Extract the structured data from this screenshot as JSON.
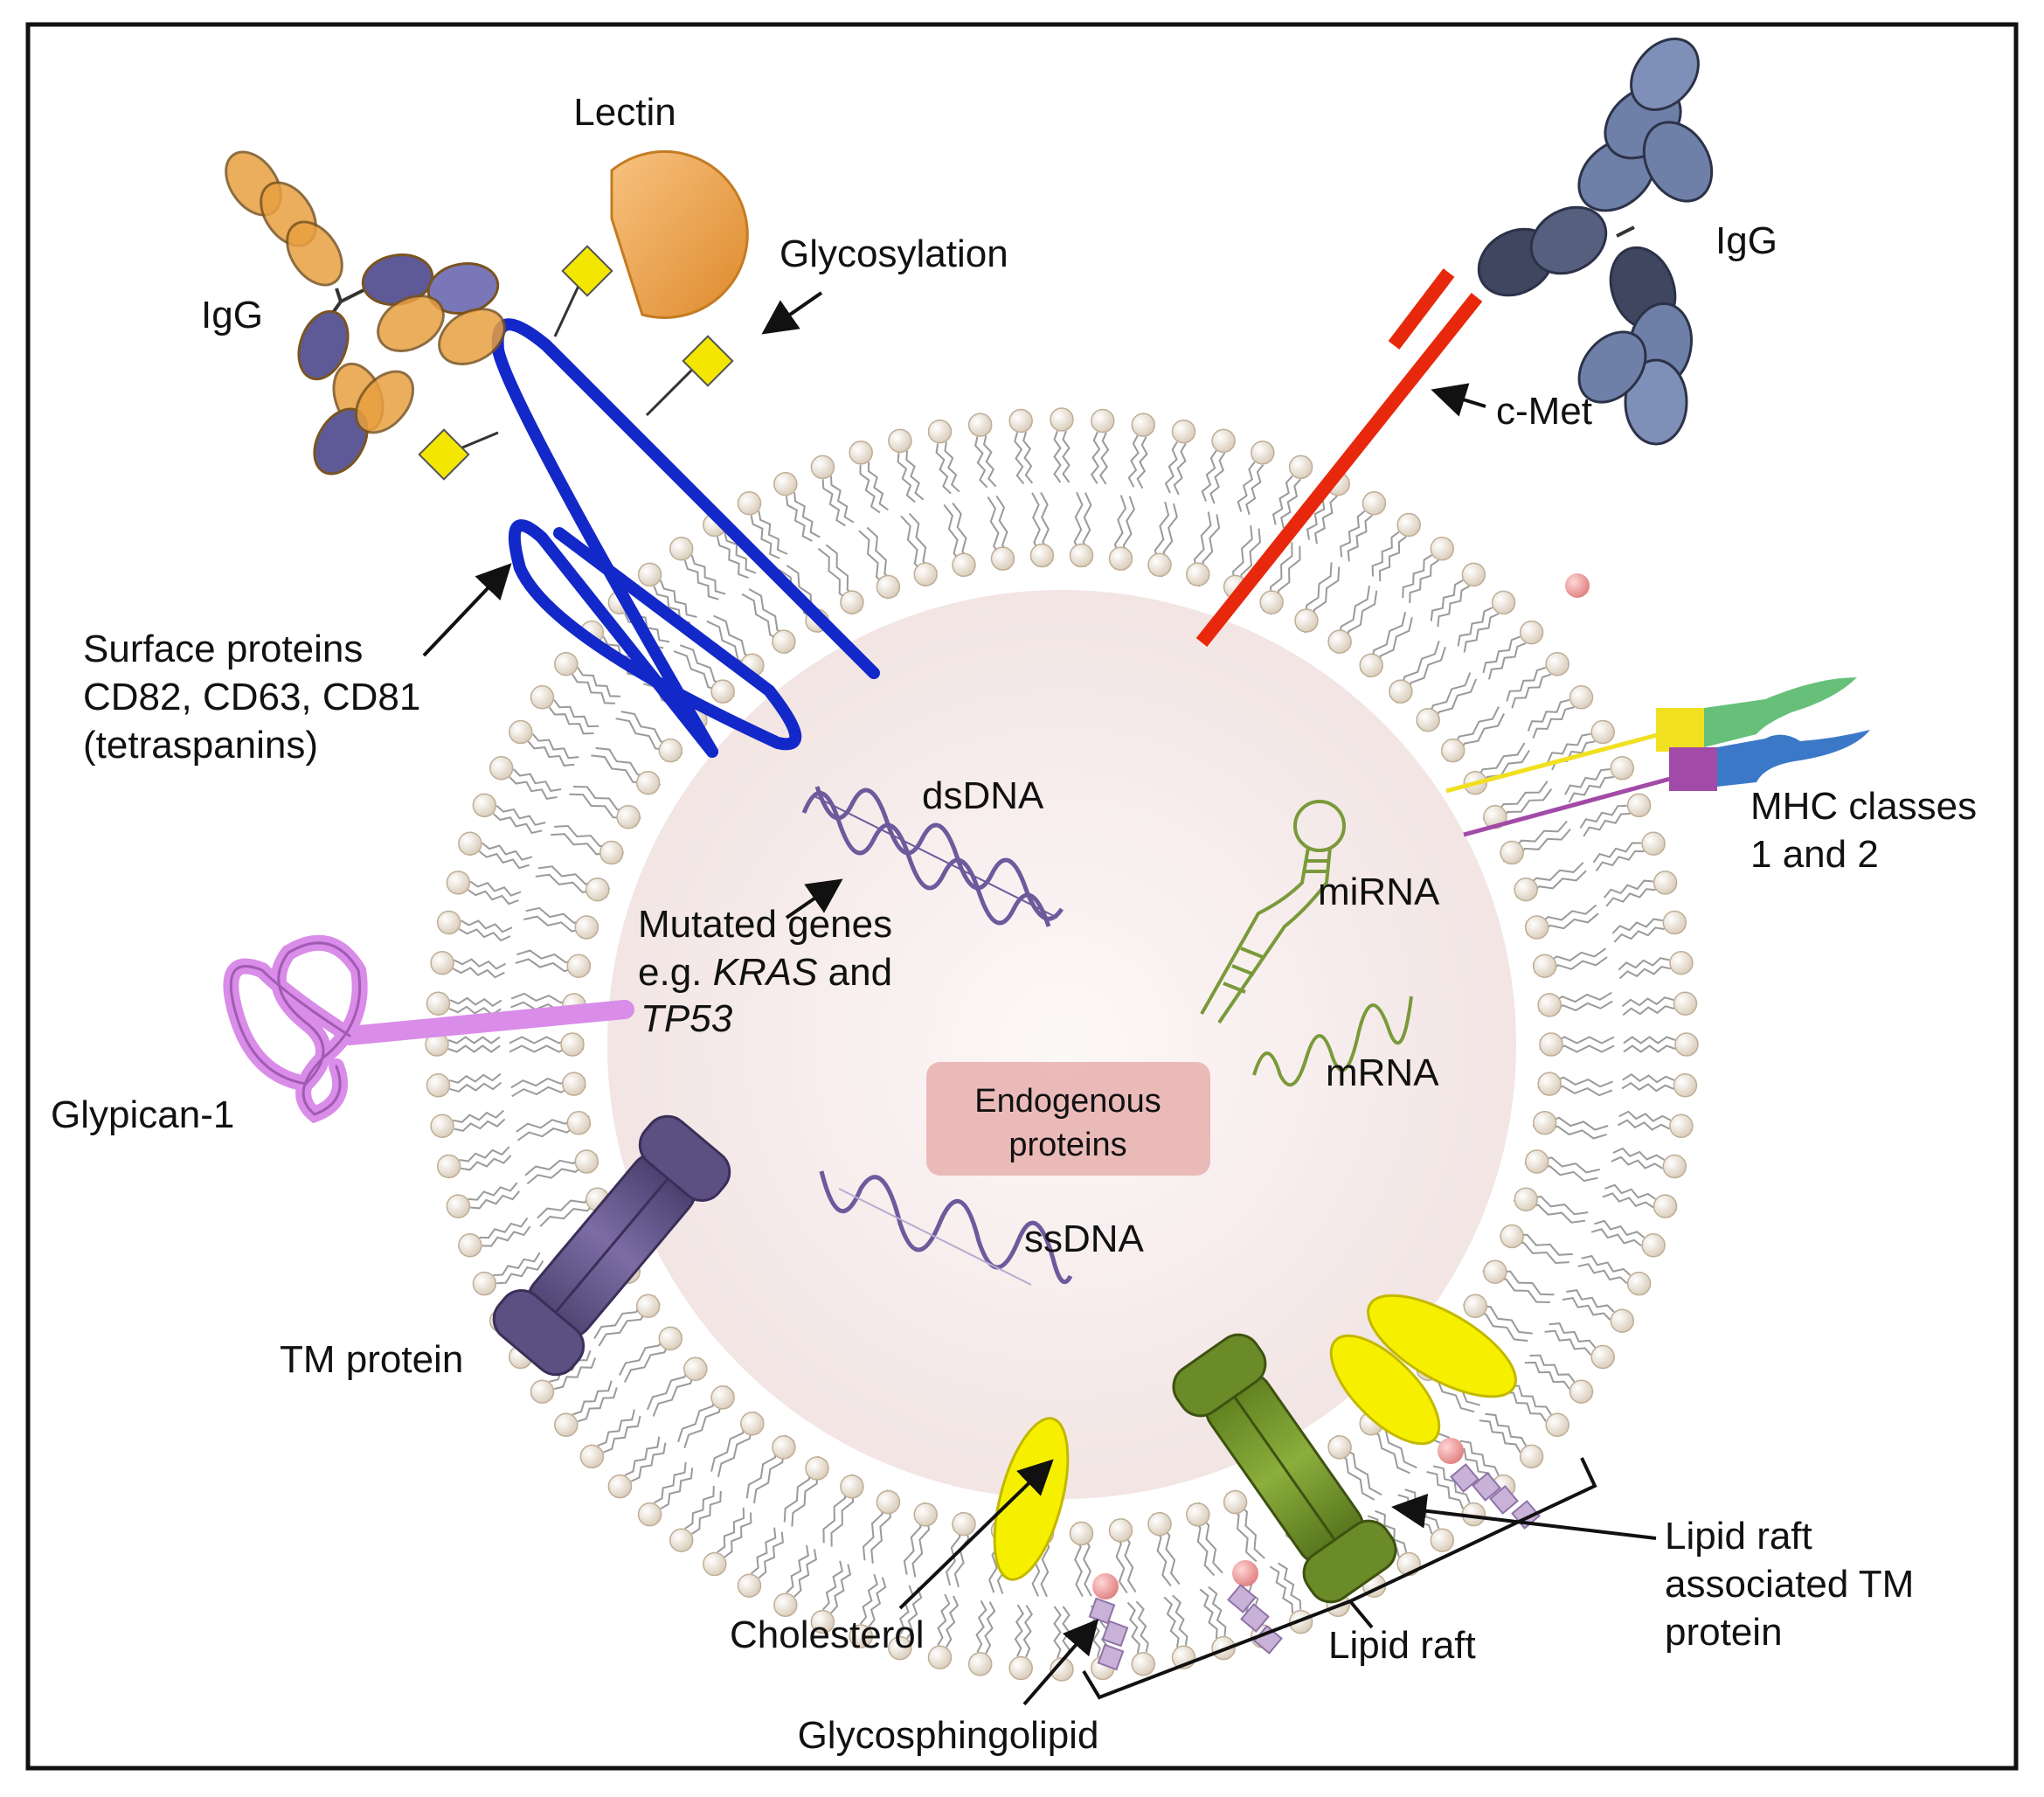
{
  "labels": {
    "lectin": "Lectin",
    "igg_left": "IgG",
    "igg_right": "IgG",
    "glycosylation": "Glycosylation",
    "cmet": "c-Met",
    "surface_proteins": [
      "Surface proteins",
      "CD82, CD63, CD81",
      "(tetraspanins)"
    ],
    "mhc": [
      "MHC classes",
      "1 and 2"
    ],
    "dsdna": "dsDNA",
    "mutated_genes": {
      "line1": "Mutated genes",
      "line2_prefix": "e.g. ",
      "kras": "KRAS",
      "line2_suffix": " and",
      "tp53": "TP53"
    },
    "mirna": "miRNA",
    "mrna": "mRNA",
    "glypican": "Glypican-1",
    "endogenous_proteins": [
      "Endogenous",
      "proteins"
    ],
    "ssdna": "ssDNA",
    "tm_protein": "TM protein",
    "cholesterol": "Cholesterol",
    "lipid_raft": "Lipid raft",
    "lipid_raft_tm": [
      "Lipid raft",
      "associated TM",
      "protein"
    ],
    "glycosphingolipid": "Glycosphingolipid"
  },
  "colors": {
    "frame": "#111111",
    "lumen": "#f7eeee",
    "lipid_head": "#efe4d6",
    "lipid_tail": "#9a9a9a",
    "tetraspanin_blue": "#1328c8",
    "glycan_yellow": "#f3e600",
    "lectin_orange": "#f0a24a",
    "igg_left_orange": "#e8a040",
    "igg_left_purple": "#5e5a98",
    "igg_right_slate": "#6f80a8",
    "igg_right_dark": "#3e4660",
    "cmet_red": "#e8280c",
    "glypican_violet": "#d98ce8",
    "tm_protein_purple": "#5c4f82",
    "raft_tm_green": "#6b8a28",
    "cholesterol_yellow": "#f6f000",
    "dna_purple": "#6c5a9c",
    "rna_green": "#7a9a3a",
    "endogenous_box": "#e8b4b2",
    "mhc_yellow": "#f0e020",
    "mhc_green": "#66c07a",
    "mhc_blue": "#3c78c8",
    "mhc_magenta": "#a24aa8",
    "glycolipid_head": "#f2a6a6",
    "glycan_chain": "#c9b2d8"
  }
}
